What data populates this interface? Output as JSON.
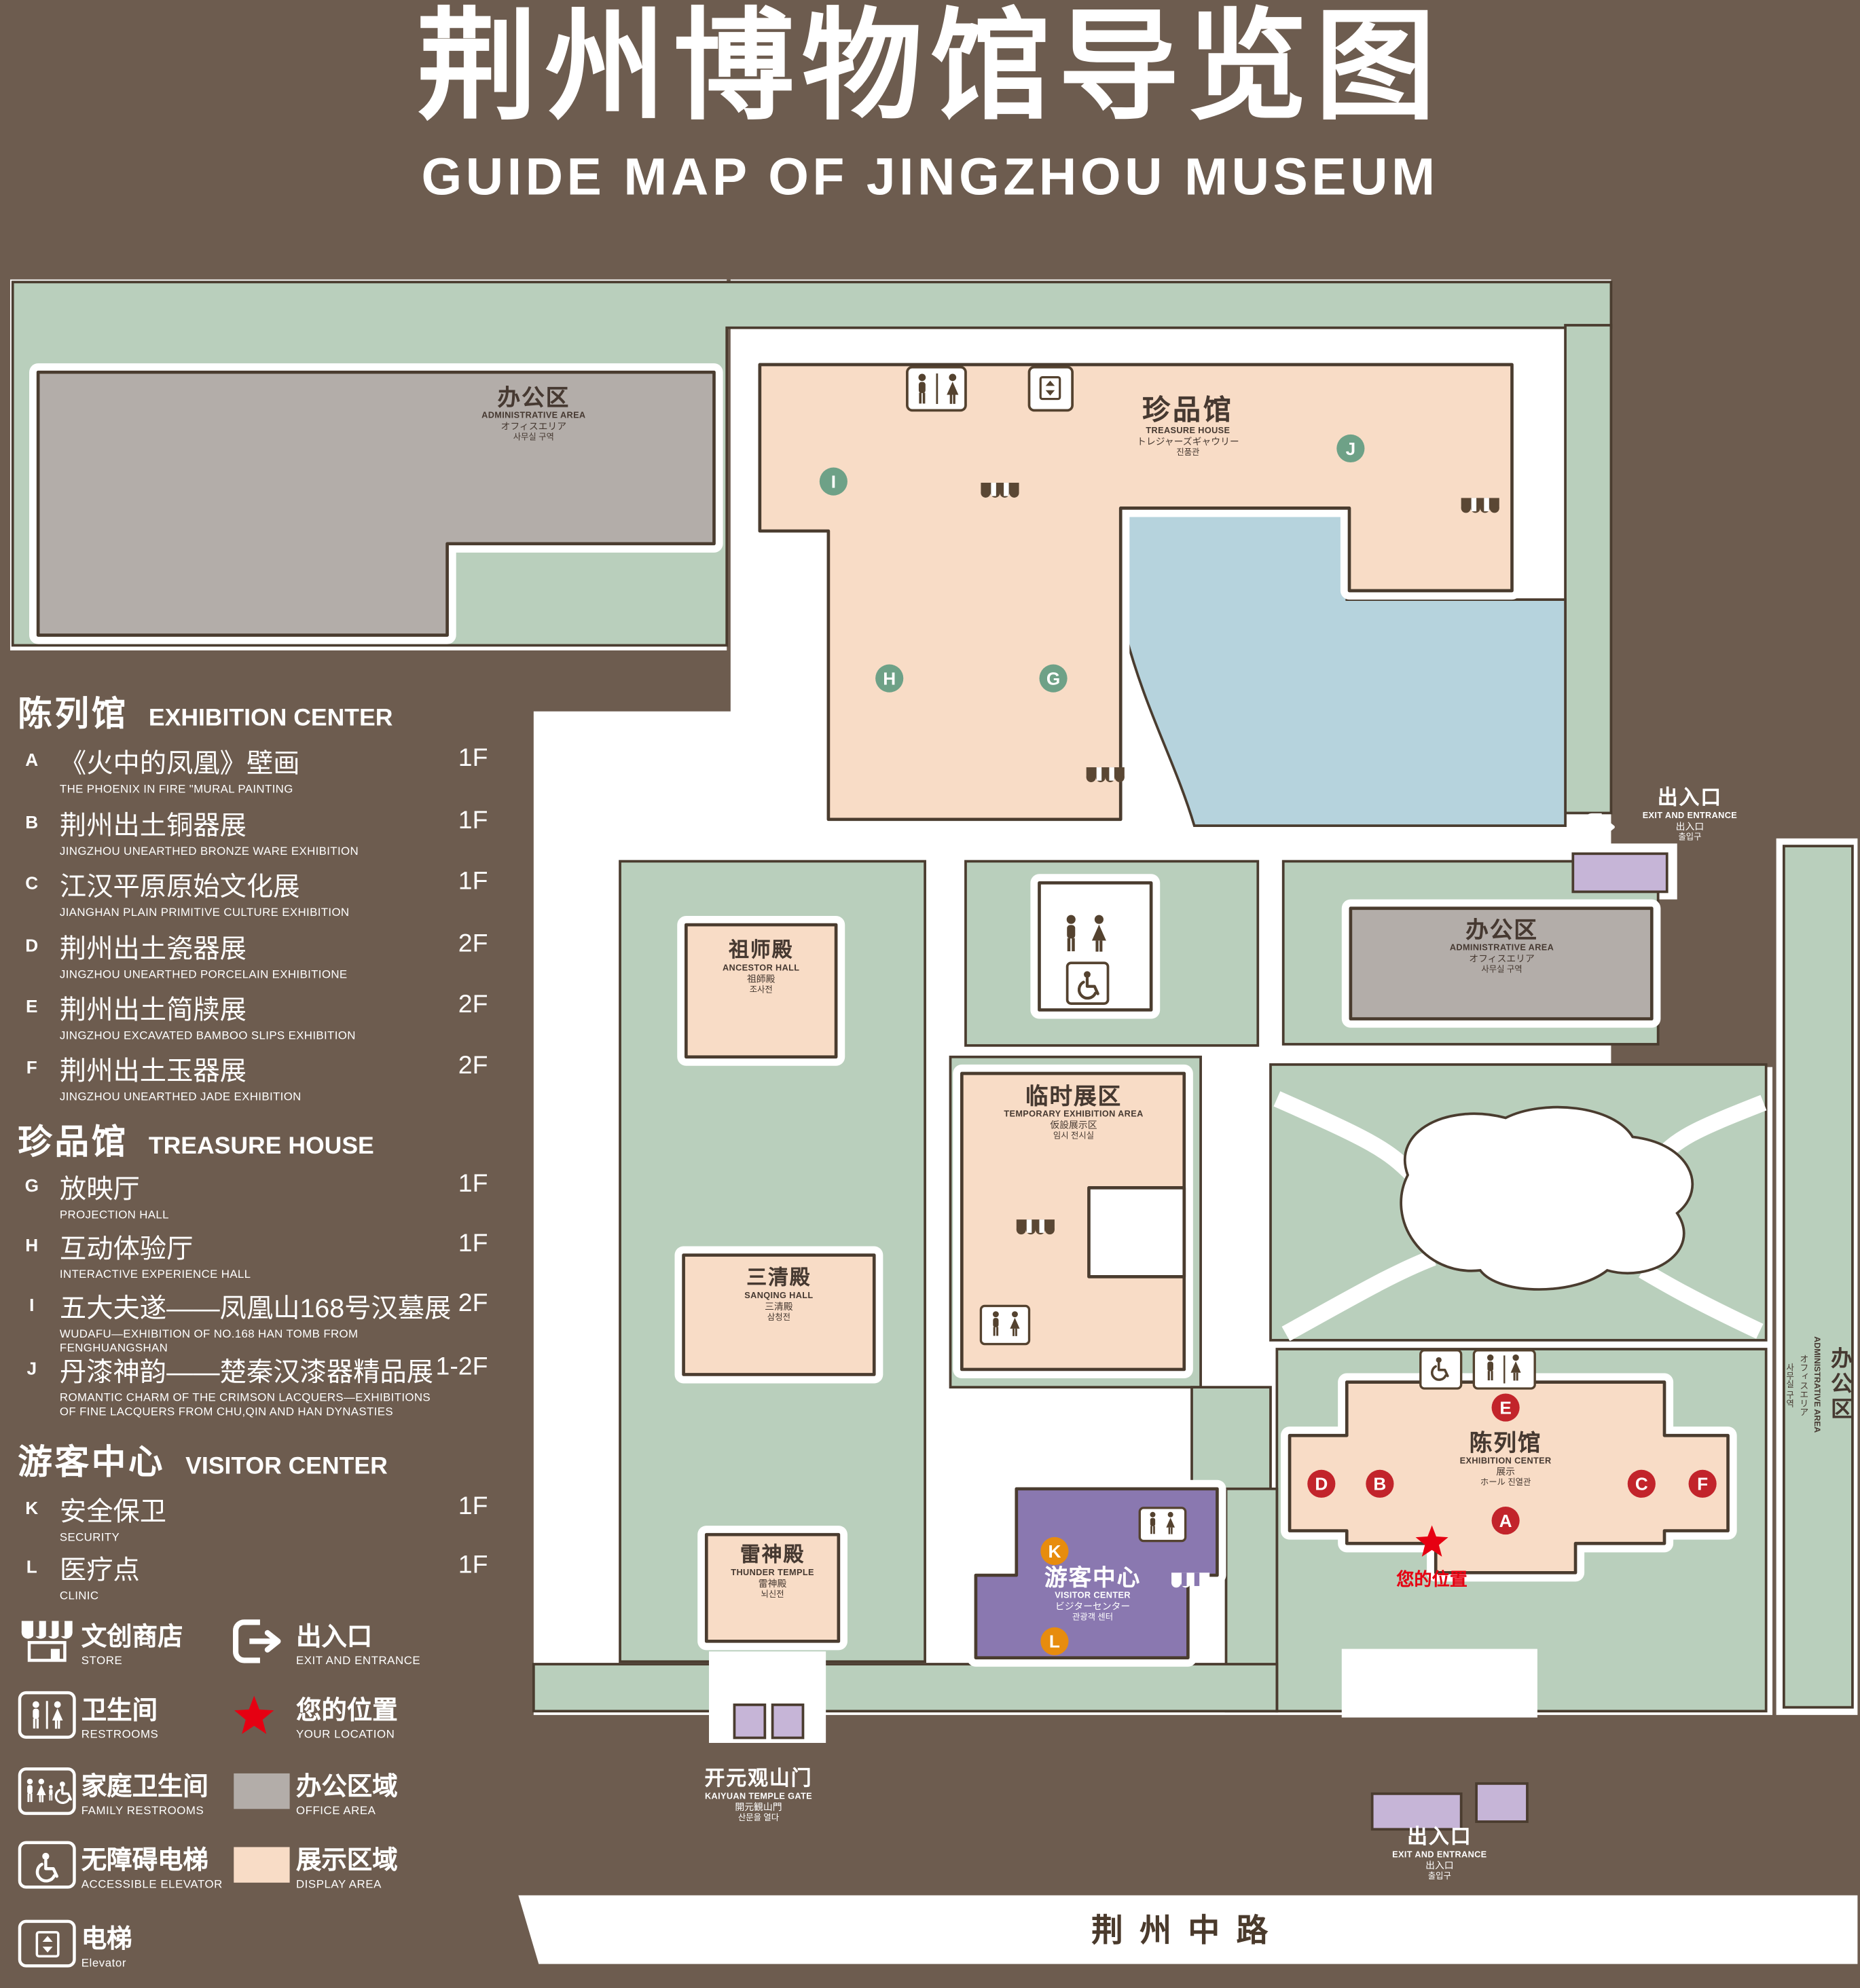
{
  "title": {
    "zh": "荆州博物馆导览图",
    "en": "GUIDE MAP OF JINGZHOU MUSEUM"
  },
  "sidebar": {
    "sections": [
      {
        "zh": "陈列馆",
        "en": "EXHIBITION CENTER",
        "items": [
          {
            "letter": "A",
            "zh": "《火中的凤凰》壁画",
            "en": "THE PHOENIX IN FIRE \"MURAL PAINTING",
            "floor": "1F"
          },
          {
            "letter": "B",
            "zh": "荆州出土铜器展",
            "en": "JINGZHOU UNEARTHED BRONZE WARE EXHIBITION",
            "floor": "1F"
          },
          {
            "letter": "C",
            "zh": "江汉平原原始文化展",
            "en": "JIANGHAN PLAIN PRIMITIVE CULTURE EXHIBITION",
            "floor": "1F"
          },
          {
            "letter": "D",
            "zh": "荆州出土瓷器展",
            "en": "JINGZHOU UNEARTHED PORCELAIN EXHIBITIONE",
            "floor": "2F"
          },
          {
            "letter": "E",
            "zh": "荆州出土简牍展",
            "en": "JINGZHOU EXCAVATED BAMBOO SLIPS EXHIBITION",
            "floor": "2F"
          },
          {
            "letter": "F",
            "zh": "荆州出土玉器展",
            "en": "JINGZHOU UNEARTHED JADE EXHIBITION",
            "floor": "2F"
          }
        ]
      },
      {
        "zh": "珍品馆",
        "en": "TREASURE HOUSE",
        "items": [
          {
            "letter": "G",
            "zh": "放映厅",
            "en": "PROJECTION HALL",
            "floor": "1F"
          },
          {
            "letter": "H",
            "zh": "互动体验厅",
            "en": "INTERACTIVE EXPERIENCE HALL",
            "floor": "1F"
          },
          {
            "letter": "I",
            "zh": "五大夫遂——凤凰山168号汉墓展",
            "en": "WUDAFU—EXHIBITION OF NO.168 HAN TOMB FROM FENGHUANGSHAN",
            "floor": "2F"
          },
          {
            "letter": "J",
            "zh": "丹漆神韵——楚秦汉漆器精品展",
            "en": "ROMANTIC CHARM OF THE CRIMSON LACQUERS—EXHIBITIONS OF FINE LACQUERS FROM CHU,QIN AND HAN DYNASTIES",
            "floor": "1-2F"
          }
        ]
      },
      {
        "zh": "游客中心",
        "en": "VISITOR CENTER",
        "items": [
          {
            "letter": "K",
            "zh": "安全保卫",
            "en": "SECURITY",
            "floor": "1F"
          },
          {
            "letter": "L",
            "zh": "医疗点",
            "en": "CLINIC",
            "floor": "1F"
          }
        ]
      }
    ],
    "legend": {
      "store": {
        "zh": "文创商店",
        "en": "STORE"
      },
      "exit": {
        "zh": "出入口",
        "en": "EXIT AND ENTRANCE"
      },
      "restrooms": {
        "zh": "卫生间",
        "en": "RESTROOMS"
      },
      "location": {
        "zh": "您的位置",
        "en": "YOUR LOCATION"
      },
      "family": {
        "zh": "家庭卫生间",
        "en": "FAMILY RESTROOMS"
      },
      "office": {
        "zh": "办公区域",
        "en": "OFFICE AREA"
      },
      "accessible": {
        "zh": "无障碍电梯",
        "en": "ACCESSIBLE ELEVATOR"
      },
      "display": {
        "zh": "展示区域",
        "en": "DISPLAY AREA"
      },
      "elevator": {
        "zh": "电梯",
        "en": "Elevator"
      }
    }
  },
  "map": {
    "admin": {
      "zh": "办公区",
      "en": "ADMINISTRATIVE AREA",
      "ja": "オフィスエリア",
      "ko": "사무실 구역"
    },
    "treasure": {
      "zh": "珍品馆",
      "en": "TREASURE HOUSE",
      "ja": "トレジャーズギャウリー",
      "ko": "진품관"
    },
    "ancestor": {
      "zh": "祖师殿",
      "en": "ANCESTOR HALL",
      "tr": "祖師殿",
      "ko": "조사전"
    },
    "sanqing": {
      "zh": "三清殿",
      "en": "SANQING HALL",
      "tr": "三清殿",
      "ko": "삼청전"
    },
    "thunder": {
      "zh": "雷神殿",
      "en": "THUNDER TEMPLE",
      "tr": "雷神殿",
      "ko": "뇌신전"
    },
    "temporary": {
      "zh": "临时展区",
      "en": "TEMPORARY EXHIBITION AREA",
      "ja": "仮設展示区",
      "ko": "임시 전시실"
    },
    "exhibition": {
      "zh": "陈列馆",
      "en": "EXHIBITION CENTER",
      "ja": "展示",
      "ko": "ホール 진열관"
    },
    "visitor": {
      "zh": "游客中心",
      "en": "VISITOR CENTER",
      "ja": "ビジターセンター",
      "ko": "관광객 센터"
    },
    "gate": {
      "zh": "开元观山门",
      "en": "KAIYUAN TEMPLE GATE",
      "ja": "開元観山門",
      "ko": "산문을 열다"
    },
    "exit": {
      "zh": "出入口",
      "en": "EXIT AND ENTRANCE",
      "ja": "出入口",
      "ko": "출입구"
    },
    "road": "荆州中路",
    "your_location": "您的位置",
    "markers": {
      "A": "A",
      "B": "B",
      "C": "C",
      "D": "D",
      "E": "E",
      "F": "F",
      "G": "G",
      "H": "H",
      "I": "I",
      "J": "J",
      "K": "K",
      "L": "L"
    }
  },
  "colors": {
    "background": "#6d5c4f",
    "green": "#b9cfbc",
    "display_pink": "#f8dcc6",
    "office_gray": "#b3ada9",
    "visitor_purple": "#8a78b0",
    "entrance_lavender": "#c6b5d7",
    "water_blue": "#b6d3dd",
    "marker_red": "#c2242b",
    "marker_green": "#6ea187",
    "marker_orange": "#e78c0e",
    "star_red": "#e60012"
  }
}
